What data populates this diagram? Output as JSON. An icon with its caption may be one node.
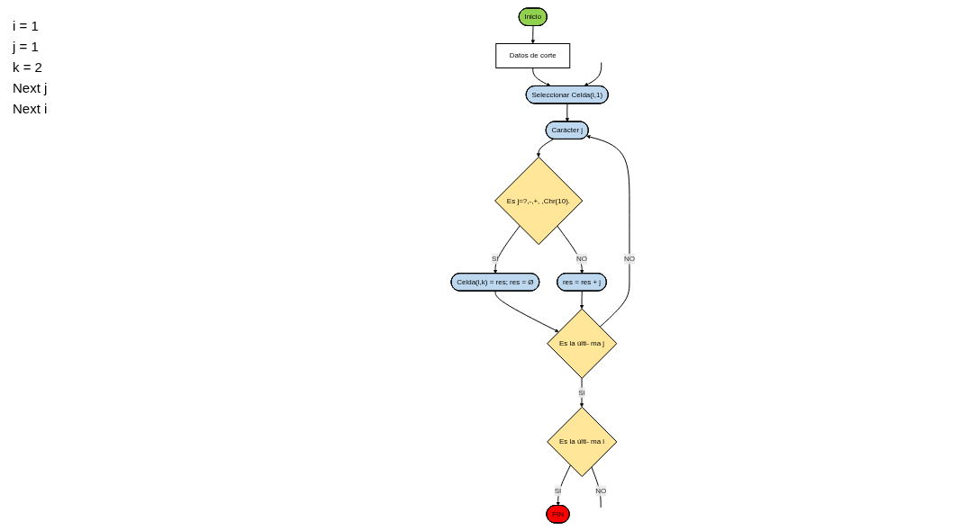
{
  "diagram": {
    "nodes": [
      {
        "text": [
          "FIN"
        ]
      },
      {
        "text": [
          "Inicio"
        ]
      },
      {
        "text": [
          "Datos de corte"
        ]
      },
      {
        "text": [
          "Seleccionar Celda(i,1)"
        ]
      },
      {
        "text": [
          "Es la últi- ma i"
        ]
      },
      {
        "text": [
          "Es la últi- ma j"
        ]
      },
      {
        "text": [
          "res = res + j"
        ]
      },
      {
        "text": [
          "Carácter j"
        ]
      },
      {
        "text": [
          "Celda(i,k) = res; res = Ø"
        ]
      },
      {
        "text": [
          "Es j=?,-,+, ,Chr(10)."
        ]
      }
    ],
    "edges": [
      {
        "from": 1,
        "to": 2,
        "arrow": "to"
      },
      {
        "from": 2,
        "to": 3,
        "arrow": "to"
      },
      {
        "from": null,
        "to": 3,
        "arrow": "to"
      },
      {
        "from": 3,
        "to": 7,
        "arrow": "to"
      },
      {
        "from": 5,
        "to": 7,
        "arrow": "to",
        "label": "NO"
      },
      {
        "from": 7,
        "to": 9,
        "arrow": "to"
      },
      {
        "from": 9,
        "to": 6,
        "arrow": "to",
        "label": "NO"
      },
      {
        "from": 9,
        "to": 8,
        "arrow": "to",
        "label": "SI"
      },
      {
        "from": 8,
        "to": 5,
        "arrow": "to"
      },
      {
        "from": 6,
        "to": 5,
        "arrow": "to"
      },
      {
        "from": 5,
        "to": 4,
        "arrow": "to",
        "label": "SI"
      },
      {
        "from": 4,
        "to": 0,
        "arrow": "to",
        "label": "SI"
      },
      {
        "from": 4,
        "to": null,
        "arrow": "none",
        "label": "NO"
      }
    ],
    "labels": [
      "i = 1",
      "j = 1",
      "k = 2",
      "Next j",
      "Next i"
    ]
  }
}
